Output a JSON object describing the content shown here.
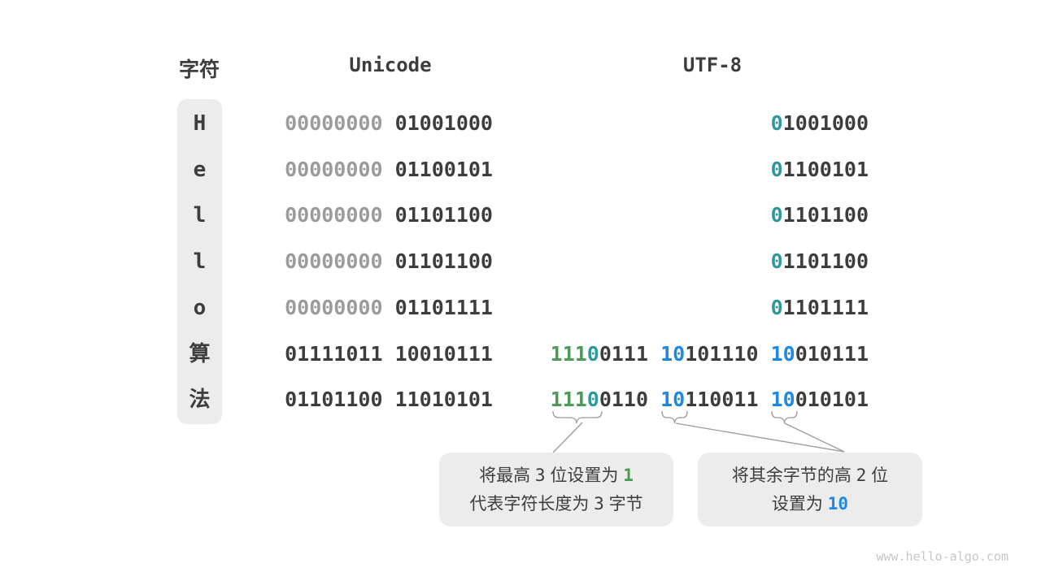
{
  "page": {
    "watermark": "www.hello-algo.com"
  },
  "colors": {
    "dark": "#3d3d3d",
    "gray": "#9b9b9b",
    "green": "#4c9a58",
    "teal": "#2e999b",
    "blue": "#1e88e5",
    "box_bg": "#ececec",
    "line": "#9a9a9a",
    "watermark": "#c6c6c6"
  },
  "table": {
    "headers": [
      {
        "label": "字符"
      },
      {
        "label": "Unicode"
      },
      {
        "label": "UTF-8"
      }
    ],
    "rows": [
      {
        "char": "H",
        "unicode": [
          [
            {
              "t": "00000000",
              "c": "gray"
            }
          ],
          [
            {
              "t": "01001000",
              "c": "dark"
            }
          ]
        ],
        "utf8": [
          [
            {
              "t": "0",
              "c": "teal"
            },
            {
              "t": "1001000",
              "c": "dark"
            }
          ]
        ]
      },
      {
        "char": "e",
        "unicode": [
          [
            {
              "t": "00000000",
              "c": "gray"
            }
          ],
          [
            {
              "t": "01100101",
              "c": "dark"
            }
          ]
        ],
        "utf8": [
          [
            {
              "t": "0",
              "c": "teal"
            },
            {
              "t": "1100101",
              "c": "dark"
            }
          ]
        ]
      },
      {
        "char": "l",
        "unicode": [
          [
            {
              "t": "00000000",
              "c": "gray"
            }
          ],
          [
            {
              "t": "01101100",
              "c": "dark"
            }
          ]
        ],
        "utf8": [
          [
            {
              "t": "0",
              "c": "teal"
            },
            {
              "t": "1101100",
              "c": "dark"
            }
          ]
        ]
      },
      {
        "char": "l",
        "unicode": [
          [
            {
              "t": "00000000",
              "c": "gray"
            }
          ],
          [
            {
              "t": "01101100",
              "c": "dark"
            }
          ]
        ],
        "utf8": [
          [
            {
              "t": "0",
              "c": "teal"
            },
            {
              "t": "1101100",
              "c": "dark"
            }
          ]
        ]
      },
      {
        "char": "o",
        "unicode": [
          [
            {
              "t": "00000000",
              "c": "gray"
            }
          ],
          [
            {
              "t": "01101111",
              "c": "dark"
            }
          ]
        ],
        "utf8": [
          [
            {
              "t": "0",
              "c": "teal"
            },
            {
              "t": "1101111",
              "c": "dark"
            }
          ]
        ]
      },
      {
        "char": "算",
        "unicode": [
          [
            {
              "t": "01111011",
              "c": "dark"
            }
          ],
          [
            {
              "t": "10010111",
              "c": "dark"
            }
          ]
        ],
        "utf8": [
          [
            {
              "t": "111",
              "c": "green"
            },
            {
              "t": "0",
              "c": "teal"
            },
            {
              "t": "0111",
              "c": "dark"
            }
          ],
          [
            {
              "t": "10",
              "c": "blue"
            },
            {
              "t": "101110",
              "c": "dark"
            }
          ],
          [
            {
              "t": "10",
              "c": "blue"
            },
            {
              "t": "010111",
              "c": "dark"
            }
          ]
        ]
      },
      {
        "char": "法",
        "unicode": [
          [
            {
              "t": "01101100",
              "c": "dark"
            }
          ],
          [
            {
              "t": "11010101",
              "c": "dark"
            }
          ]
        ],
        "utf8": [
          [
            {
              "t": "111",
              "c": "green"
            },
            {
              "t": "0",
              "c": "teal"
            },
            {
              "t": "0110",
              "c": "dark"
            }
          ],
          [
            {
              "t": "10",
              "c": "blue"
            },
            {
              "t": "110011",
              "c": "dark"
            }
          ],
          [
            {
              "t": "10",
              "c": "blue"
            },
            {
              "t": "010101",
              "c": "dark"
            }
          ]
        ]
      }
    ]
  },
  "callouts": [
    {
      "name": "leading-byte-note",
      "lines": [
        [
          {
            "t": "将最高 "
          },
          {
            "t": "3",
            "mono": true
          },
          {
            "t": " 位设置为 "
          },
          {
            "t": "1",
            "mono": true,
            "bold": true,
            "c": "green"
          }
        ],
        [
          {
            "t": "代表字符长度为 "
          },
          {
            "t": "3",
            "mono": true
          },
          {
            "t": " 字节"
          }
        ]
      ]
    },
    {
      "name": "continuation-byte-note",
      "lines": [
        [
          {
            "t": "将其余字节的高 "
          },
          {
            "t": "2",
            "mono": true
          },
          {
            "t": " 位"
          }
        ],
        [
          {
            "t": "设置为 "
          },
          {
            "t": "10",
            "mono": true,
            "bold": true,
            "c": "blue"
          }
        ]
      ]
    }
  ]
}
